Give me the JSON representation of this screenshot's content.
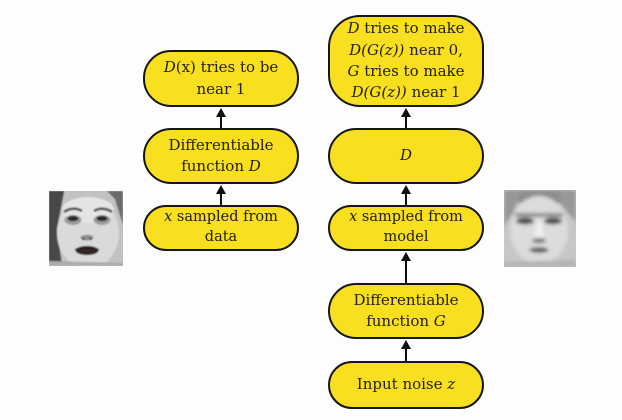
{
  "palette": {
    "background": "#fdfdfd",
    "node_fill": "#f8df1f",
    "node_border": "#161616",
    "node_text": "#262009",
    "arrow": "#0e0e0e"
  },
  "diagram": {
    "left_column": {
      "boxes": [
        {
          "label": "D(x) tries to be near 1",
          "lines": [
            [
              {
                "t": "D",
                "i": true
              },
              {
                "t": "(x) tries to be"
              }
            ],
            [
              {
                "t": "near 1"
              }
            ]
          ]
        },
        {
          "label": "Differentiable function D",
          "lines": [
            [
              {
                "t": "Differentiable"
              }
            ],
            [
              {
                "t": "function "
              },
              {
                "t": "D",
                "i": true
              }
            ]
          ]
        },
        {
          "label": "x sampled from data",
          "lines": [
            [
              {
                "t": "x",
                "i": true
              },
              {
                "t": " sampled from"
              }
            ],
            [
              {
                "t": "data"
              }
            ]
          ]
        }
      ]
    },
    "right_column": {
      "boxes": [
        {
          "label": "D tries to make D(G(z)) near 0, G tries to make D(G(z)) near 1",
          "lines": [
            [
              {
                "t": "D",
                "i": true
              },
              {
                "t": " tries to make"
              }
            ],
            [
              {
                "t": "D(G(z))",
                "i": true
              },
              {
                "t": " near 0,"
              }
            ],
            [
              {
                "t": "G",
                "i": true
              },
              {
                "t": " tries to make"
              }
            ],
            [
              {
                "t": "D(G(z))",
                "i": true
              },
              {
                "t": " near 1"
              }
            ]
          ]
        },
        {
          "label": "D",
          "lines": [
            [
              {
                "t": "D",
                "i": true
              }
            ]
          ]
        },
        {
          "label": "x sampled from model",
          "lines": [
            [
              {
                "t": "x",
                "i": true
              },
              {
                "t": " sampled from"
              }
            ],
            [
              {
                "t": "model"
              }
            ]
          ]
        },
        {
          "label": "Differentiable function G",
          "lines": [
            [
              {
                "t": "Differentiable"
              }
            ],
            [
              {
                "t": "function "
              },
              {
                "t": "G",
                "i": true
              }
            ]
          ]
        },
        {
          "label": "Input noise z",
          "lines": [
            [
              {
                "t": "Input noise "
              },
              {
                "t": "z",
                "i": true
              }
            ]
          ]
        }
      ]
    },
    "images": {
      "left_face": {
        "description": "grayscale photograph of a face (sample from data)"
      },
      "right_face": {
        "description": "blurry grayscale generated face (sample from model)"
      }
    }
  }
}
